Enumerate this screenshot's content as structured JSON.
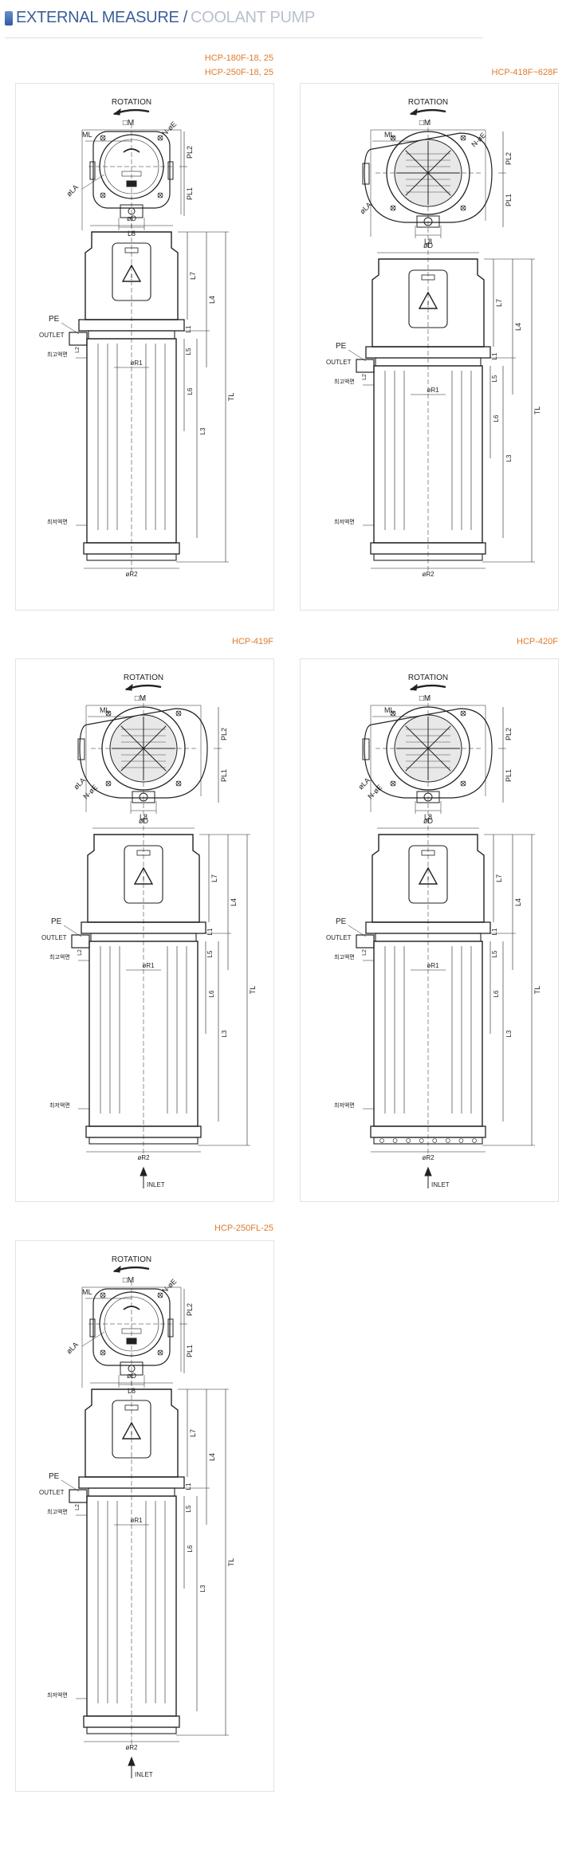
{
  "header": {
    "title_main": "EXTERNAL MEASURE /",
    "title_sub": "COOLANT PUMP"
  },
  "colors": {
    "accent": "#e07a2c",
    "title": "#3a5f9a",
    "title_muted": "#b8c0cc",
    "line": "#222222"
  },
  "panels": [
    {
      "model_lines": [
        "HCP-180F-18, 25",
        "HCP-250F-18, 25"
      ],
      "variant": "a",
      "labels": {
        "rotation": "ROTATION",
        "dm": "□M",
        "ml": "ML",
        "n": "N-øE",
        "pl2": "PL2",
        "pl1": "PL1",
        "la": "øLA",
        "l8": "L8",
        "d": "øD",
        "pe": "PE",
        "outlet": "OUTLET",
        "l2": "L2",
        "l1": "L1",
        "l4": "L4",
        "l5": "L5",
        "l6": "L6",
        "l7": "L7",
        "l3": "L3",
        "tl": "TL",
        "r1": "øR1",
        "r2": "øR2",
        "h1": "최고액면",
        "h2": "최저액면",
        "inlet": ""
      }
    },
    {
      "model_lines": [
        "HCP-418F~628F"
      ],
      "variant": "b",
      "labels": {
        "rotation": "ROTATION",
        "dm": "□M",
        "ml": "ML",
        "n": "N-øE",
        "pl2": "PL2",
        "pl1": "PL1",
        "la": "øLA",
        "l8": "L8",
        "d": "øD",
        "pe": "PE",
        "outlet": "OUTLET",
        "l2": "L2",
        "l1": "L1",
        "l4": "L4",
        "l5": "L5",
        "l6": "L6",
        "l7": "L7",
        "l3": "L3",
        "tl": "TL",
        "r1": "øR1",
        "r2": "øR2",
        "h1": "최고액면",
        "h2": "최저액면",
        "inlet": ""
      }
    },
    {
      "model_lines": [
        "HCP-419F"
      ],
      "variant": "b",
      "labels": {
        "rotation": "ROTATION",
        "dm": "□M",
        "ml": "ML",
        "n": "N-øE",
        "pl2": "PL2",
        "pl1": "PL1",
        "la": "øLA",
        "l8": "L8",
        "d": "øD",
        "pe": "PE",
        "outlet": "OUTLET",
        "l2": "L2",
        "l1": "L1",
        "l4": "L4",
        "l5": "L5",
        "l6": "L6",
        "l7": "L7",
        "l3": "L3",
        "tl": "TL",
        "r1": "øR1",
        "r2": "øR2",
        "h1": "최고액면",
        "h2": "최저액면",
        "inlet": "INLET"
      }
    },
    {
      "model_lines": [
        "HCP-420F"
      ],
      "variant": "b",
      "labels": {
        "rotation": "ROTATION",
        "dm": "□M",
        "ml": "ML",
        "n": "N-øE",
        "pl2": "PL2",
        "pl1": "PL1",
        "la": "øLA",
        "l8": "L8",
        "d": "øD",
        "pe": "PE",
        "outlet": "OUTLET",
        "l2": "L2",
        "l1": "L1",
        "l4": "L4",
        "l5": "L5",
        "l6": "L6",
        "l7": "L7",
        "l3": "L3",
        "tl": "TL",
        "r1": "øR1",
        "r2": "øR2",
        "h1": "최고액면",
        "h2": "최저액면",
        "inlet": "INLET"
      }
    },
    {
      "model_lines": [
        "HCP-250FL-25"
      ],
      "variant": "a",
      "labels": {
        "rotation": "ROTATION",
        "dm": "□M",
        "ml": "ML",
        "n": "N-øE",
        "pl2": "PL2",
        "pl1": "PL1",
        "la": "øLA",
        "l8": "L8",
        "d": "øD",
        "pe": "PE",
        "outlet": "OUTLET",
        "l2": "L2",
        "l1": "L1",
        "l4": "L4",
        "l5": "L5",
        "l6": "L6",
        "l7": "L7",
        "l3": "L3",
        "tl": "TL",
        "r1": "øR1",
        "r2": "øR2",
        "h1": "최고액면",
        "h2": "최저액면",
        "inlet": "INLET"
      }
    }
  ]
}
